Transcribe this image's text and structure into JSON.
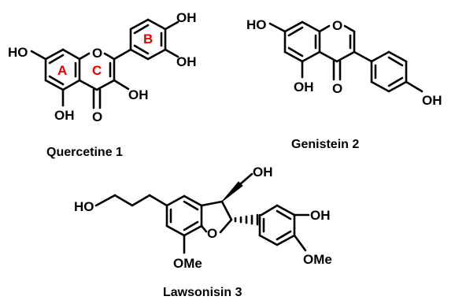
{
  "colors": {
    "bond": "#000000",
    "ring_label": "#e60000"
  },
  "compounds": {
    "quercetine": {
      "caption": "Quercetine 1",
      "ring_labels": {
        "a": "A",
        "b": "B",
        "c": "C"
      },
      "atoms": {
        "ho_a": "HO",
        "oh_a": "OH",
        "o_c_ring": "O",
        "o_carbonyl": "O",
        "oh_c": "OH",
        "oh_b_top": "OH",
        "oh_b_bottom": "OH"
      }
    },
    "genistein": {
      "caption": "Genistein 2",
      "atoms": {
        "ho_a": "HO",
        "oh_a": "OH",
        "o_ring": "O",
        "o_carbonyl": "O",
        "oh_phenyl": "OH"
      }
    },
    "lawsonisin": {
      "caption": "Lawsonisin 3",
      "atoms": {
        "ho_chain": "HO",
        "oh_methanol": "OH",
        "o_furan": "O",
        "ome_benzo": "OMe",
        "oh_aryl": "OH",
        "ome_aryl": "OMe"
      }
    }
  }
}
